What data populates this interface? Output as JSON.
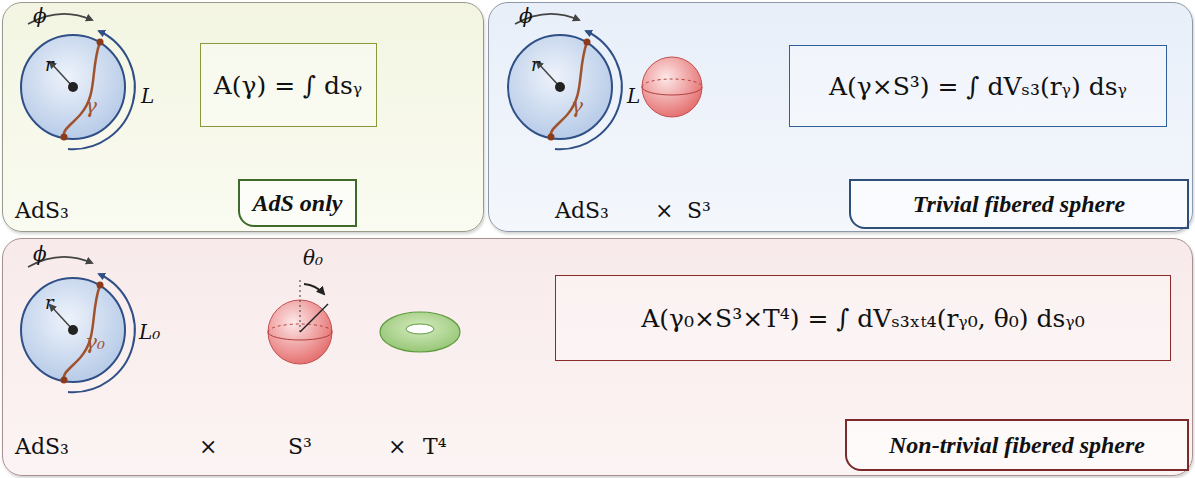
{
  "diagram": {
    "nodes": [
      {
        "text": [
          "ϕ",
          "r",
          "γ",
          "L",
          "AdS₃"
        ]
      },
      {
        "text": [
          "A(γ) = ∫ dsᵧ"
        ],
        "in": 0
      },
      {
        "text": [
          "AdS only"
        ],
        "in": 0
      },
      {
        "text": [
          "ϕ",
          "r",
          "γ",
          "L",
          "AdS₃",
          "×",
          "S³"
        ]
      },
      {
        "text": [
          "A(γ×S³) = ∫ dVₛ₃(rᵧ) dsᵧ"
        ],
        "in": 3
      },
      {
        "text": [
          "Trivial fibered sphere"
        ],
        "in": 3
      },
      {
        "text": [
          "ϕ",
          "r",
          "θ₀",
          "γ₀",
          "L₀",
          "AdS₃",
          "×",
          "S³",
          "×",
          "T⁴"
        ]
      },
      {
        "text": [
          "A(γ₀×S³×T⁴) = ∫ dVₛ₃ₓₜ₄(rᵧ₀, θ₀) dsᵧ₀"
        ],
        "in": 6
      },
      {
        "text": [
          "Non-trivial fibered sphere"
        ],
        "in": 6
      }
    ]
  }
}
